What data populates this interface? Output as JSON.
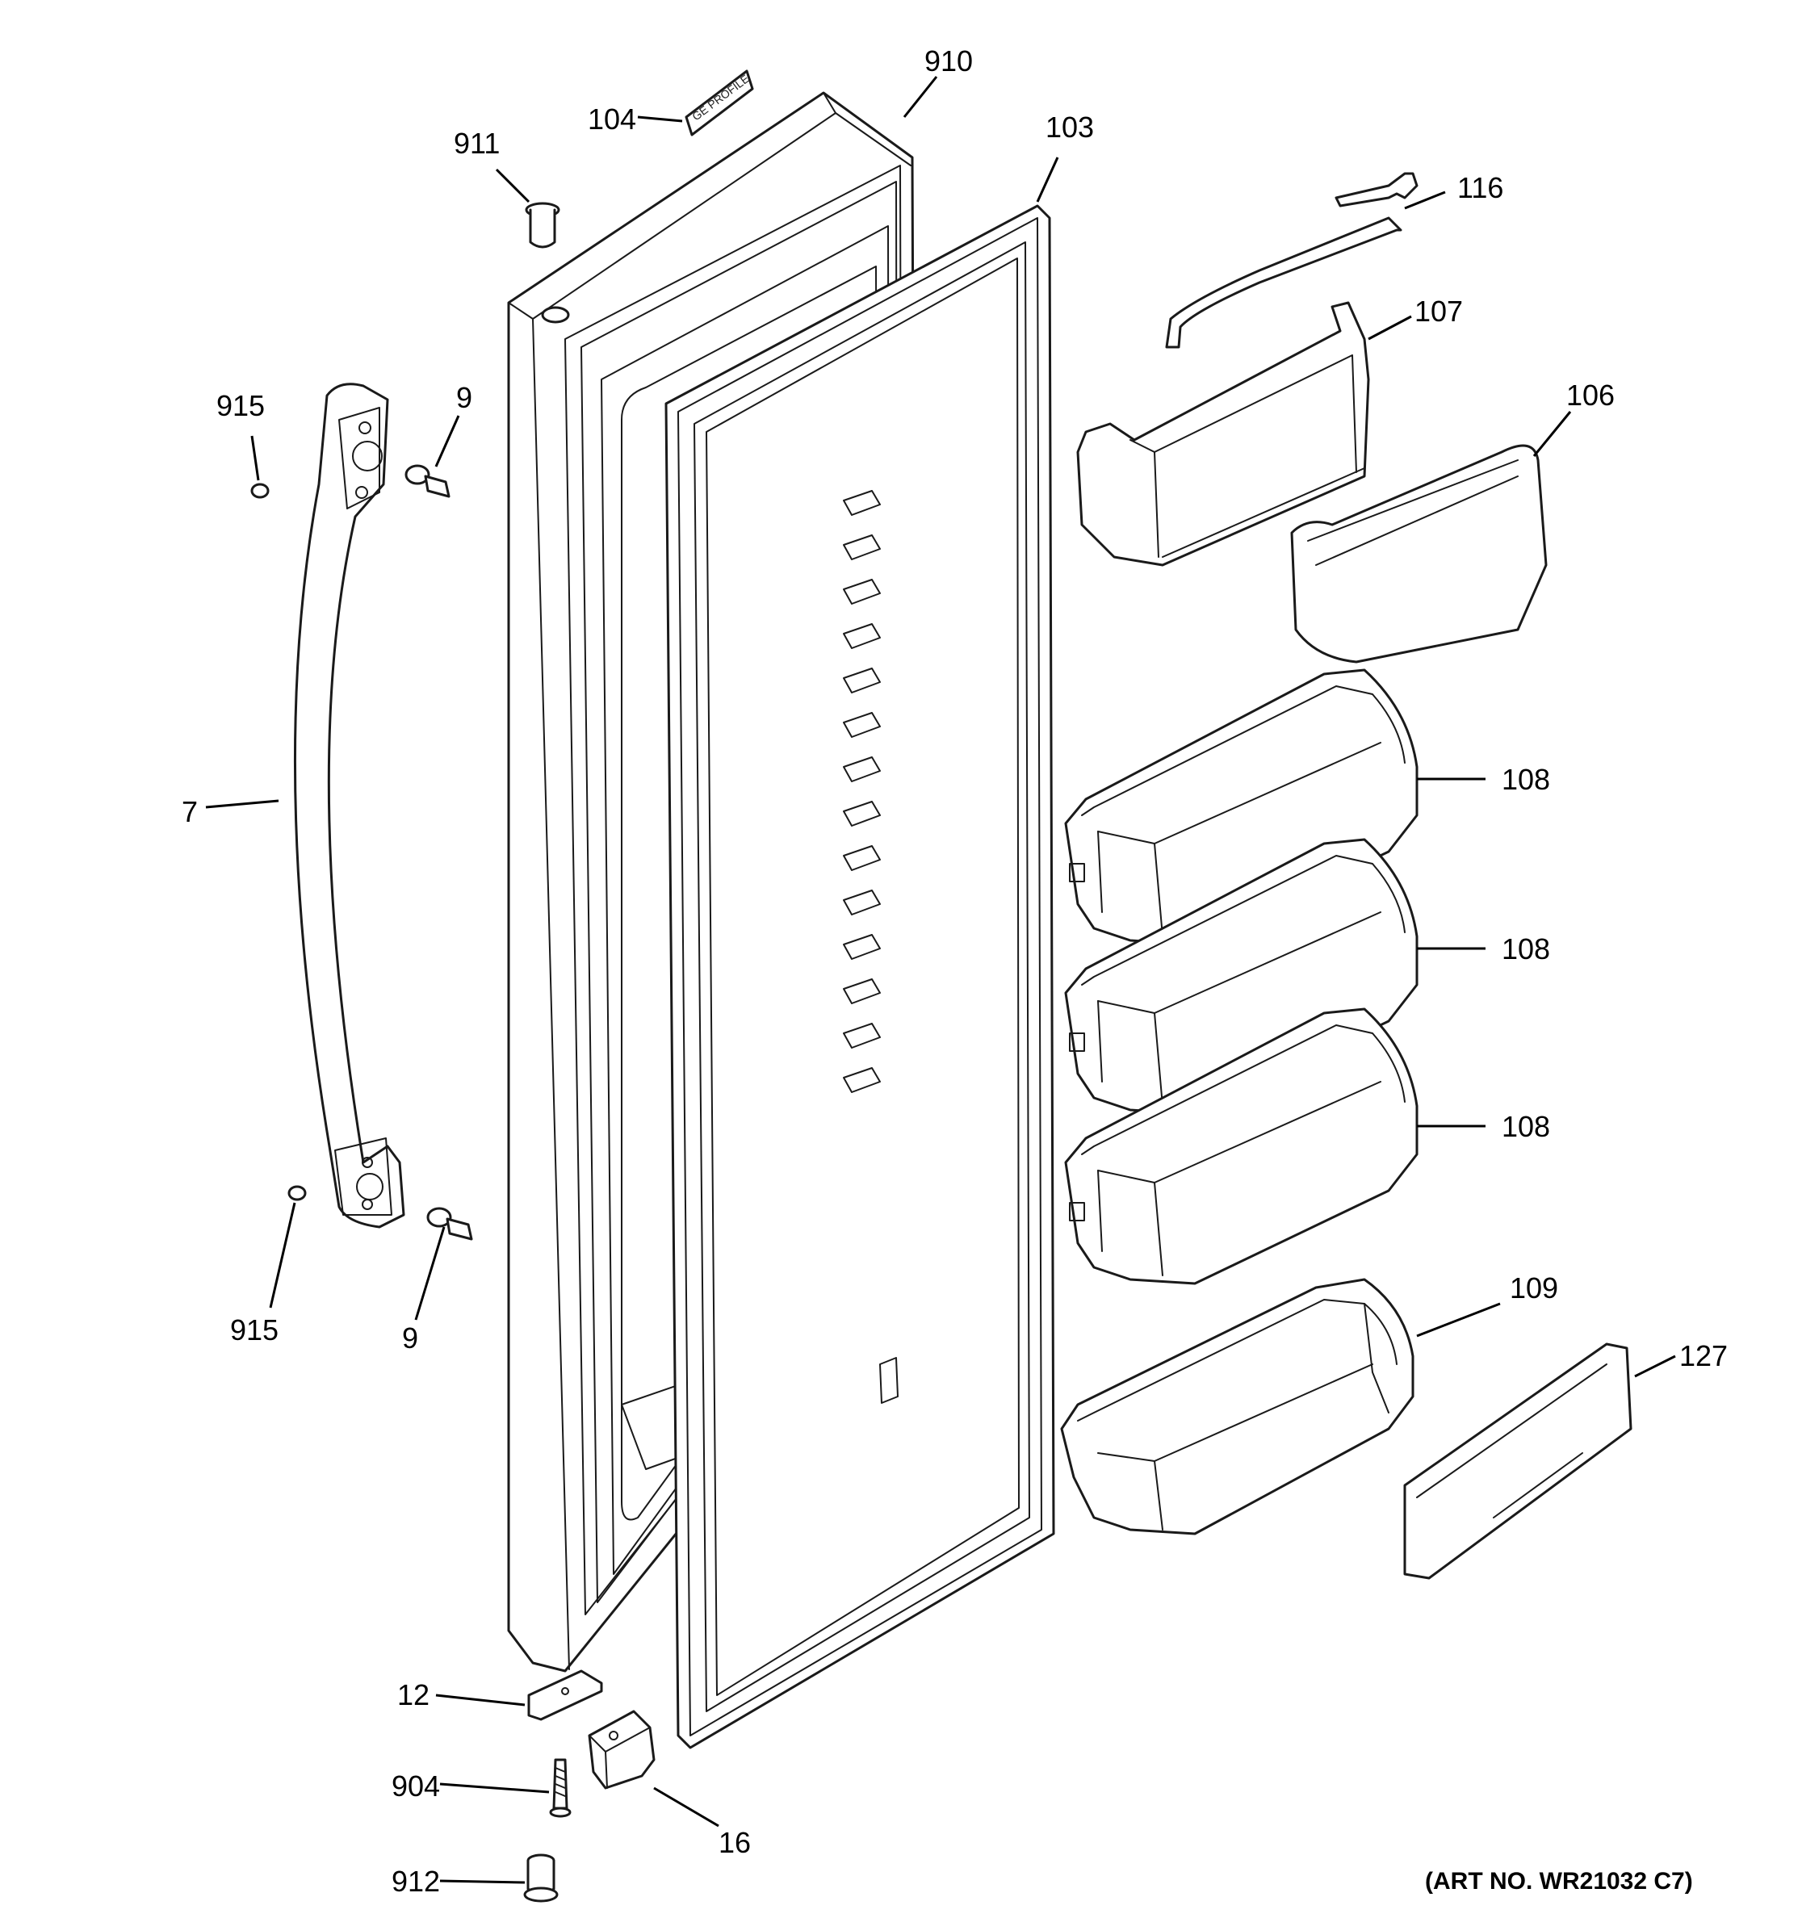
{
  "callouts": {
    "c910": "910",
    "c104": "104",
    "c103": "103",
    "c911": "911",
    "c116": "116",
    "c107": "107",
    "c106": "106",
    "c915_top": "915",
    "c9_top": "9",
    "c7": "7",
    "c108_a": "108",
    "c108_b": "108",
    "c108_c": "108",
    "c915_bottom": "915",
    "c9_bottom": "9",
    "c109": "109",
    "c127": "127",
    "c12": "12",
    "c904": "904",
    "c16": "16",
    "c912": "912"
  },
  "art_number": "(ART NO. WR21032 C7)",
  "nameplate_text": "GE PROFILE"
}
